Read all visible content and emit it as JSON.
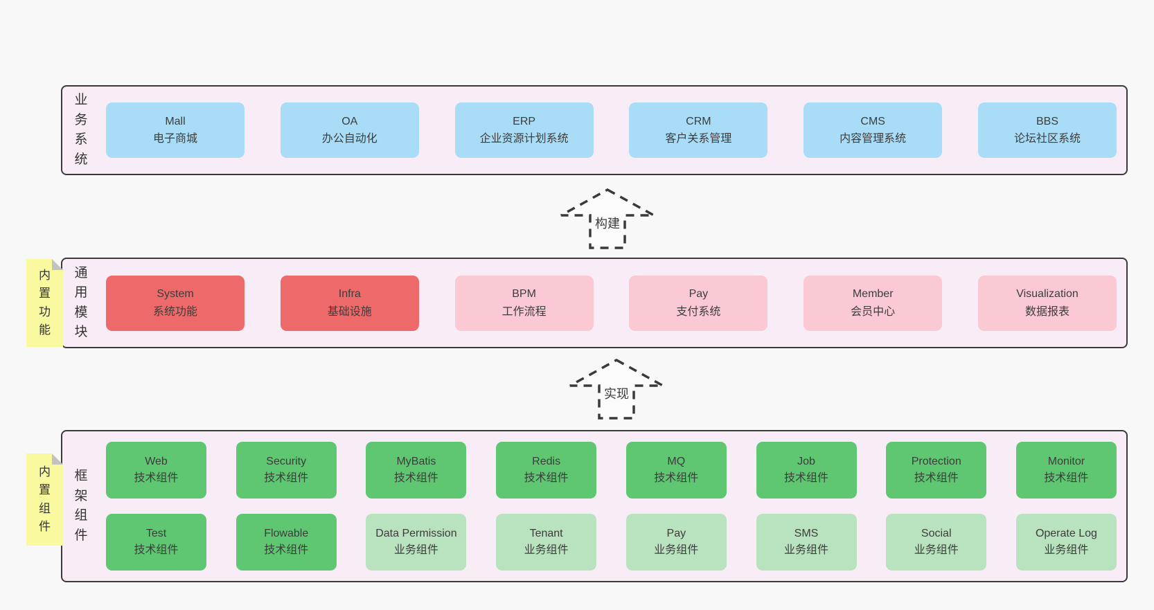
{
  "layers": [
    {
      "label": "业务系统",
      "boxes": [
        {
          "en": "Mall",
          "zh": "电子商城"
        },
        {
          "en": "OA",
          "zh": "办公自动化"
        },
        {
          "en": "ERP",
          "zh": "企业资源计划系统"
        },
        {
          "en": "CRM",
          "zh": "客户关系管理"
        },
        {
          "en": "CMS",
          "zh": "内容管理系统"
        },
        {
          "en": "BBS",
          "zh": "论坛社区系统"
        }
      ]
    },
    {
      "label": "通用模块",
      "sticky": "内置功能",
      "boxes": [
        {
          "en": "System",
          "zh": "系统功能"
        },
        {
          "en": "Infra",
          "zh": "基础设施"
        },
        {
          "en": "BPM",
          "zh": "工作流程"
        },
        {
          "en": "Pay",
          "zh": "支付系统"
        },
        {
          "en": "Member",
          "zh": "会员中心"
        },
        {
          "en": "Visualization",
          "zh": "数据报表"
        }
      ]
    },
    {
      "label": "框架组件",
      "sticky": "内置组件",
      "row1": [
        {
          "en": "Web",
          "zh": "技术组件"
        },
        {
          "en": "Security",
          "zh": "技术组件"
        },
        {
          "en": "MyBatis",
          "zh": "技术组件"
        },
        {
          "en": "Redis",
          "zh": "技术组件"
        },
        {
          "en": "MQ",
          "zh": "技术组件"
        },
        {
          "en": "Job",
          "zh": "技术组件"
        },
        {
          "en": "Protection",
          "zh": "技术组件"
        },
        {
          "en": "Monitor",
          "zh": "技术组件"
        }
      ],
      "row2": [
        {
          "en": "Test",
          "zh": "技术组件"
        },
        {
          "en": "Flowable",
          "zh": "技术组件"
        },
        {
          "en": "Data Permission",
          "zh": "业务组件"
        },
        {
          "en": "Tenant",
          "zh": "业务组件"
        },
        {
          "en": "Pay",
          "zh": "业务组件"
        },
        {
          "en": "SMS",
          "zh": "业务组件"
        },
        {
          "en": "Social",
          "zh": "业务组件"
        },
        {
          "en": "Operate Log",
          "zh": "业务组件"
        }
      ]
    }
  ],
  "arrows": [
    {
      "label": "构建"
    },
    {
      "label": "实现"
    }
  ],
  "colors": {
    "page_bg": "#f8f8f8",
    "layer_bg": "#f8edf6",
    "layer_border": "#3a3a3a",
    "box_blue": "#a9dcf6",
    "box_red": "#ee6a6a",
    "box_pink": "#fbc9d3",
    "box_green_dark": "#5fc671",
    "box_green_light": "#b9e2bf",
    "sticky_yellow": "#f9f9a0",
    "sticky_fold": "#c2c2c2",
    "text": "#3c3c3c"
  }
}
